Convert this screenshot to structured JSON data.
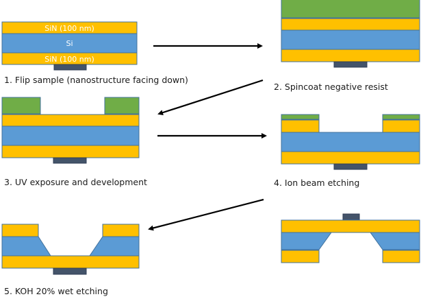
{
  "colors": {
    "sin": "#FFC000",
    "si": "#5B9BD5",
    "resist": "#70AD47",
    "nanostructure": "#44546A",
    "outline": "#41719C",
    "arrow": "#000000"
  },
  "materials": {
    "sin_label": "SiN (100 nm)",
    "si_label": "Si"
  },
  "steps": [
    {
      "label": "1. Flip sample (nanostructure facing down)"
    },
    {
      "label": "2. Spincoat negative resist"
    },
    {
      "label": "3. UV exposure and development"
    },
    {
      "label": "4. Ion beam etching"
    },
    {
      "label": "5. KOH 20% wet etching"
    }
  ]
}
